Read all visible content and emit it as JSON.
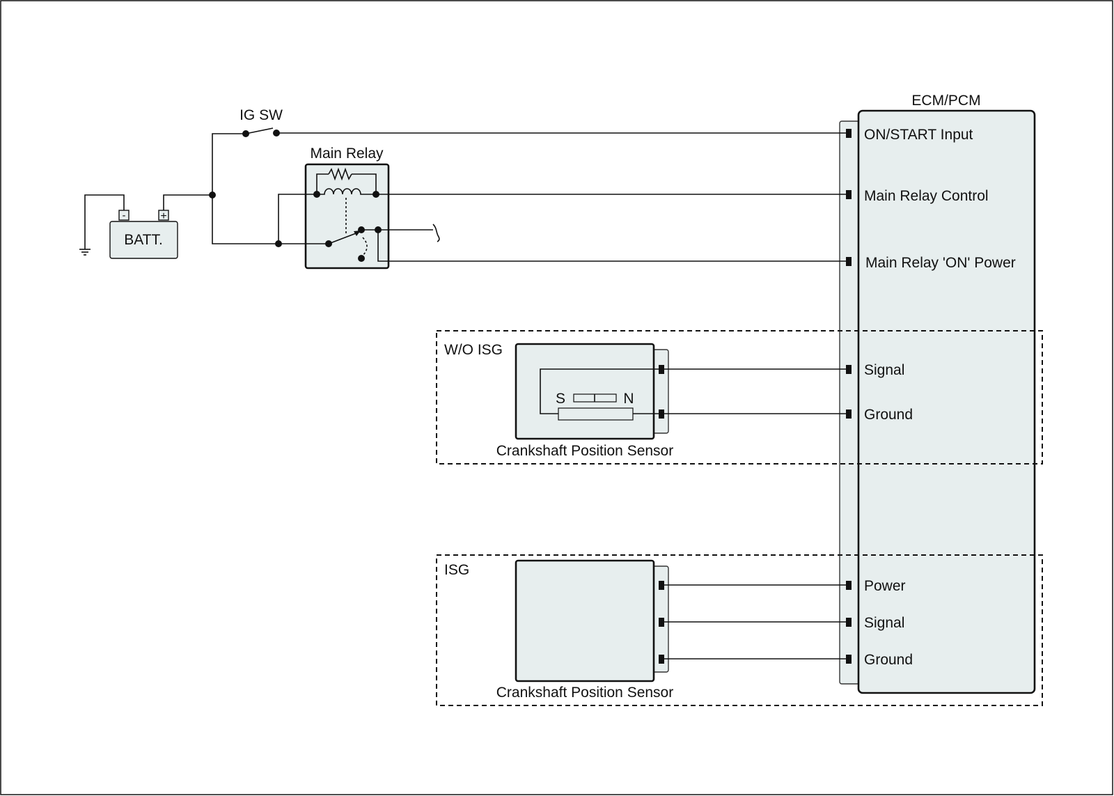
{
  "diagram": {
    "battery": {
      "label": "BATT.",
      "minus": "-",
      "plus": "+"
    },
    "ig_switch": {
      "label": "IG SW"
    },
    "main_relay": {
      "label": "Main Relay"
    },
    "ecm": {
      "label": "ECM/PCM",
      "pins": {
        "on_start": "ON/START Input",
        "relay_control": "Main Relay Control",
        "relay_on_power": "Main Relay 'ON' Power",
        "wo_isg_signal": "Signal",
        "wo_isg_ground": "Ground",
        "isg_power": "Power",
        "isg_signal": "Signal",
        "isg_ground": "Ground"
      }
    },
    "wo_isg": {
      "label": "W/O ISG",
      "sensor_label": "Crankshaft Position Sensor",
      "magnet_s": "S",
      "magnet_n": "N"
    },
    "isg": {
      "label": "ISG",
      "sensor_label": "Crankshaft Position Sensor"
    }
  },
  "colors": {
    "component_fill": "#e7eeee",
    "line": "#111111"
  }
}
